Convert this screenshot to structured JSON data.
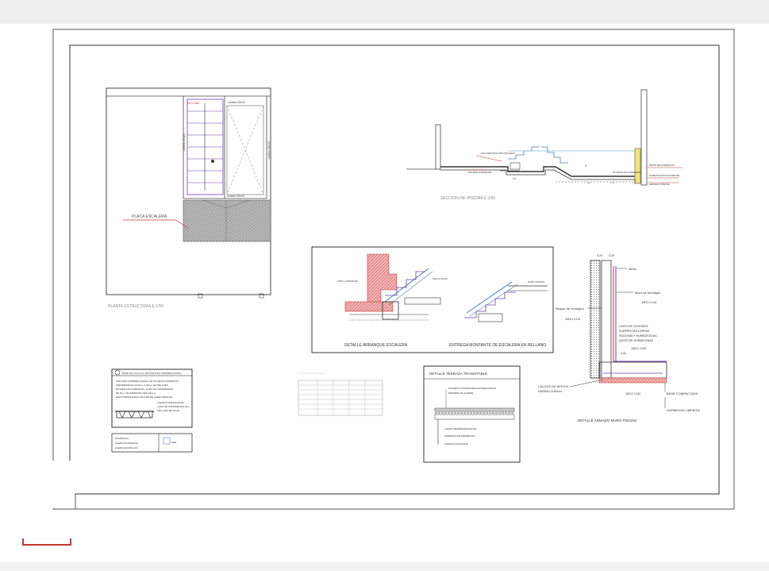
{
  "drawing": {
    "planta": {
      "label_nivel": "N+2.480",
      "label_top": "zuncho 20x20",
      "label_mid": "zuncho 20x20",
      "label_side_left": "zuncho 20x20",
      "label_side_right": "zuncho 20x20",
      "placa_label": "PLACA ESCALERA",
      "title": "PLANTA ESTRUCTURA E:1/50"
    },
    "seccion": {
      "title": "SECCION INF PISCINA E:1/50",
      "labels": [
        "POLIURETANO PROYECTADO",
        "SOLERA EXISTENTE",
        "MURO DE HORMIGÓN",
        "BLOQUE DE HORMIGÓN",
        "CIMENTACIÓN EXISTENTE",
        "ARMADO PISCINA"
      ],
      "level_marks": [
        "3",
        "1,5",
        "2,7",
        "1,2"
      ]
    },
    "escalera": {
      "caption_left": "DETALLE ARRANQUE ESCALERA",
      "caption_right": "ENTREGA MONTANTE DE ESCALERA EN RELLANO",
      "labels": [
        "FORJ. HORMIGÓN",
        "MALLA 15x15",
        "NIVEL PISCINA"
      ]
    },
    "muro": {
      "title": "DETALLE ARMADO MURO PISCINA",
      "dim_top_left": "0.20",
      "dim_top_right": "0.25",
      "rebar_top": "3Ø16",
      "muro_hormigon": "Muro de hormigón",
      "rebar_right": "1Ø10 C/15",
      "bloque": "Bloque de hormigón",
      "rebar_left": "1Ø10 C/15",
      "note": [
        "LAVES DE CONTANTE",
        "SUPERFICIES LIMPIAS,",
        "RUGOSAS Y HUMEDECIDAS,",
        "ANTES DE HORMIGONAR"
      ],
      "rebar_lower": "1Ø12 C/20",
      "dim_low": "0.40",
      "calzos": "CALZOS DE APOYO",
      "parrilla": "PARRILLA 50cm.",
      "rebar_base": "1Ø12 C/20",
      "base": "BASE COMPACTADA",
      "limpieza": "HORMIGON LIMPIEZA"
    },
    "forjado": {
      "header": "BASE DE CALCULO DE FORJADO UNIDIRECCIONAL",
      "text": [
        "FORJADO UNIDIRECCIONAL DE VIGUETAS HORMIGON",
        "PRETENSADAS 20+5cm. A 70cm. ENTRE EJES",
        "BOVEDILLAS HORMIGON, CAPA DE COMPRESION",
        "DE 5cm. DE ESPESOR CON MALLA",
        "ELECTROSOLDADA 15x15 Ø5 DE ACERO B500 SD"
      ],
      "sub": [
        "VIGUETA PRETENSADA",
        "CAPA DE COMPRESION 5cm.",
        "MALLAZO Ø5-15x15"
      ]
    },
    "legend": {
      "rows": [
        "HORMIGON",
        "ACERO EN BARRAS",
        "ACERO EN MALLAS"
      ],
      "side": "EHE"
    },
    "terraza": {
      "title": "DETALLE TERRAZA TRANSITABLE",
      "labels": [
        "PAVIMENTO TRANSITABLE ANTIDESLIZANTE",
        "MORTERO DE AGARRE",
        "LAMINA IMPERMEABILIZANTE",
        "HORMIGON DE PENDIENTES",
        "FORJADO EXISTENTE"
      ]
    }
  }
}
